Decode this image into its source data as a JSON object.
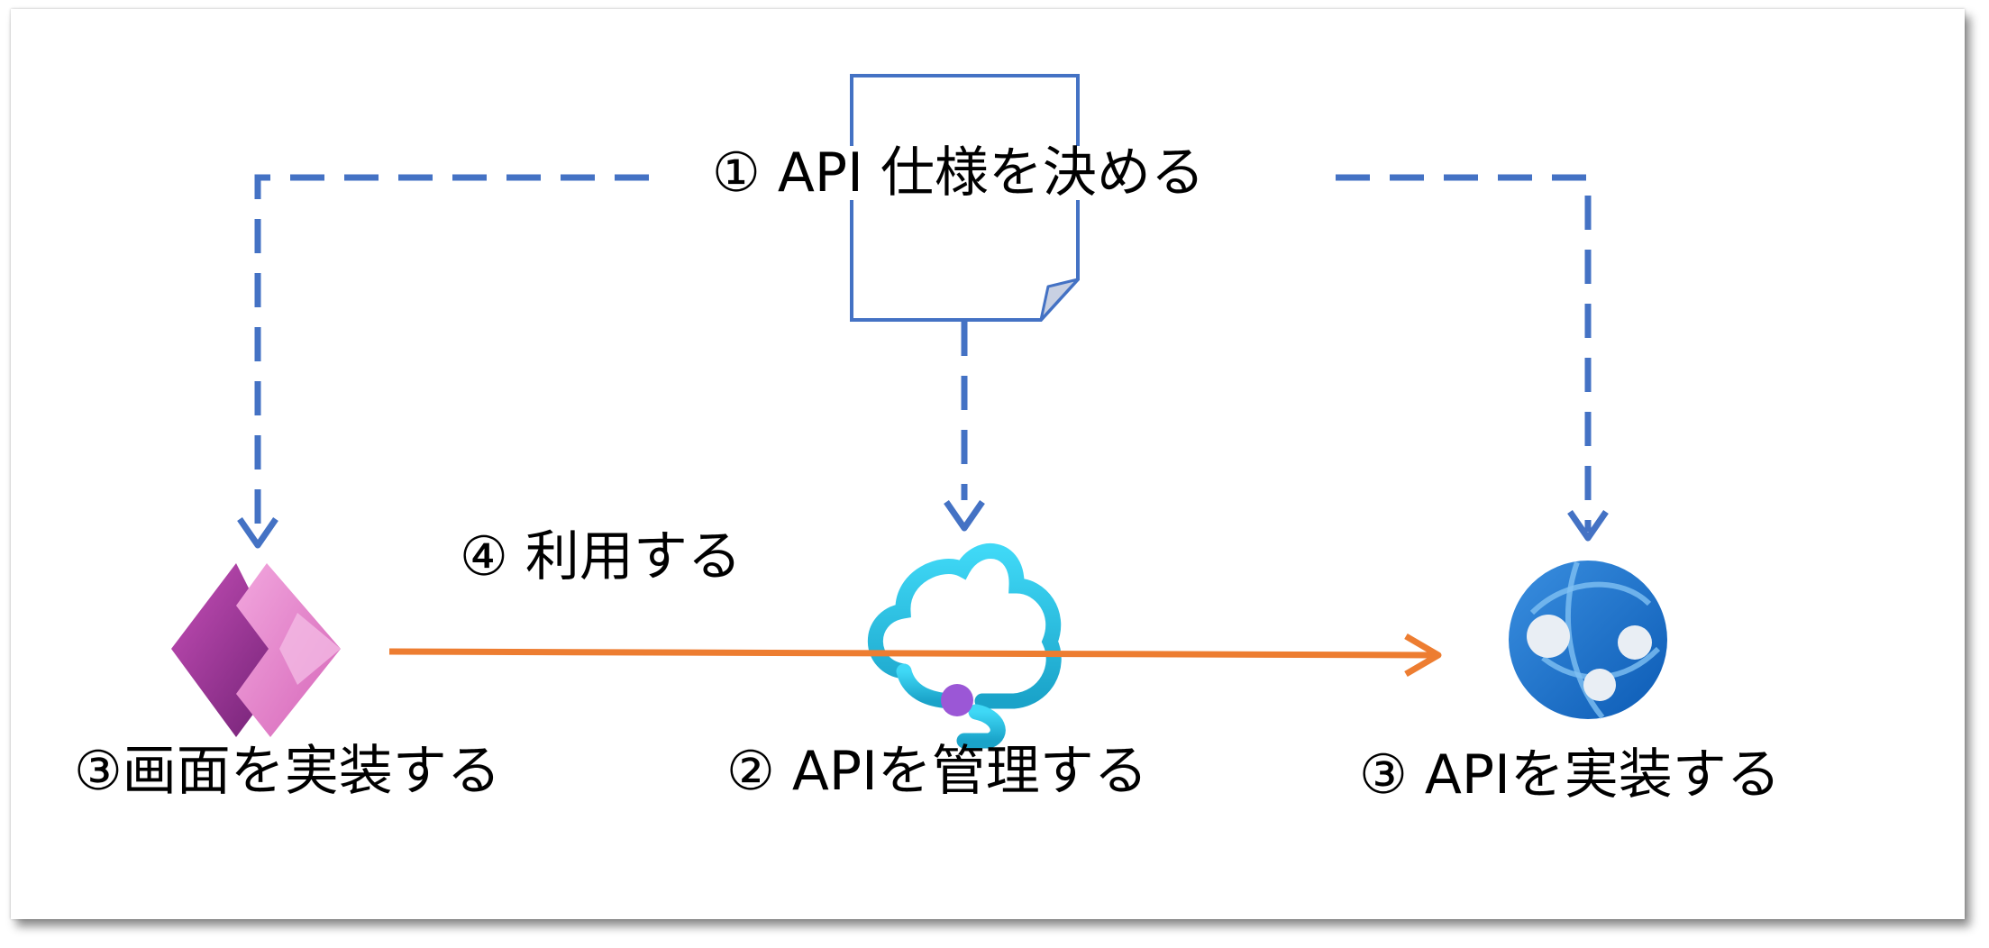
{
  "colors": {
    "dashed_arrow": "#4472c4",
    "solid_arrow": "#ed7d31",
    "document_stroke": "#4472c4"
  },
  "icons": {
    "spec": "document-icon",
    "frontend": "power-apps-icon",
    "gateway": "api-management-cloud-icon",
    "backend": "app-service-globe-icon"
  },
  "labels": {
    "step1_decide_spec": "① API 仕様を決める",
    "step4_use": "④ 利用する",
    "step3_implement_screen": "③画面を実装する",
    "step2_manage_api": "② APIを管理する",
    "step3_implement_api": "③ APIを実装する"
  }
}
